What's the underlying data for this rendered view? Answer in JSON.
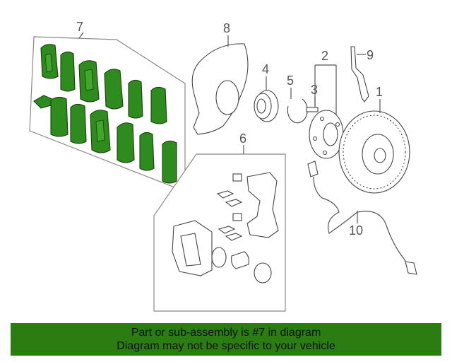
{
  "diagram": {
    "callouts": {
      "c1": "1",
      "c2": "2",
      "c3": "3",
      "c4": "4",
      "c5": "5",
      "c6": "6",
      "c7": "7",
      "c8": "8",
      "c9": "9",
      "c10": "10"
    }
  },
  "footer": {
    "line1": "Part or sub-assembly is #7 in diagram",
    "line2": "Diagram may not be specific to your vehicle",
    "background_color": "#2b7d12"
  }
}
